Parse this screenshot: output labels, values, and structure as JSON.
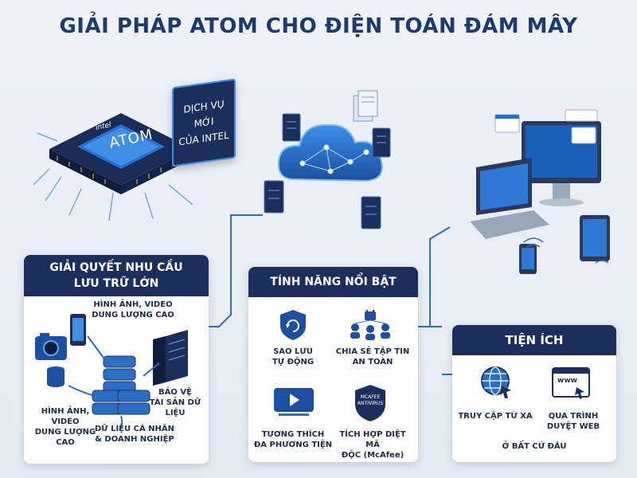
{
  "title": "GIẢI PHÁP ATOM CHO ĐIỆN TOÁN ĐÁM MÂY",
  "chip": {
    "brand": "intel",
    "name": "ATOM",
    "tag_lines": [
      "DỊCH VỤ MỚI",
      "CỦA INTEL"
    ]
  },
  "storage_card": {
    "heading_lines": [
      "GIẢI QUYẾT NHU CẦU",
      "LƯU TRỮ LỚN"
    ],
    "label_top_lines": [
      "HÌNH ẢNH, VIDEO",
      "DUNG LƯỢNG CAO"
    ],
    "label_left_lines": [
      "HÌNH ẢNH, VIDEO",
      "DUNG LƯỢNG CAO"
    ],
    "label_center_lines": [
      "DỮ LIỆU CÁ NHÂN",
      "& DOANH NGHIỆP"
    ],
    "label_right_lines": [
      "BẢO VỆ",
      "TÀI SẢN DỮ LIỆU"
    ]
  },
  "features_card": {
    "heading": "TÍNH NĂNG NỔI BẬT",
    "items": [
      {
        "icon": "shield-sync-icon",
        "lines": [
          "SAO LƯU",
          "TỰ ĐỘNG"
        ]
      },
      {
        "icon": "file-share-icon",
        "lines": [
          "CHIA SẺ TẬP TIN",
          "AN TOÀN"
        ]
      },
      {
        "icon": "media-player-icon",
        "lines": [
          "TƯƠNG THÍCH",
          "ĐA PHƯƠNG TIỆN"
        ]
      },
      {
        "icon": "antivirus-shield-icon",
        "lines": [
          "TÍCH HỢP DIỆT MÃ",
          "ĐỘC (McAfee)"
        ]
      }
    ],
    "antivirus_badge_lines": [
      "MCAFEE",
      "ANTIVIRUS"
    ]
  },
  "utility_card": {
    "heading": "TIỆN ÍCH",
    "items": [
      {
        "icon": "globe-cursor-icon",
        "lines": [
          "TRUY CẬP TỪ XA"
        ]
      },
      {
        "icon": "browser-www-icon",
        "lines": [
          "QUA TRÌNH",
          "DUYỆT WEB"
        ],
        "badge": "www"
      }
    ],
    "footer": "Ở BẤT CỨ ĐÂU"
  },
  "colors": {
    "navy": "#1c2f5c",
    "accent": "#2b6fc4",
    "bg": "#e9eef4"
  }
}
